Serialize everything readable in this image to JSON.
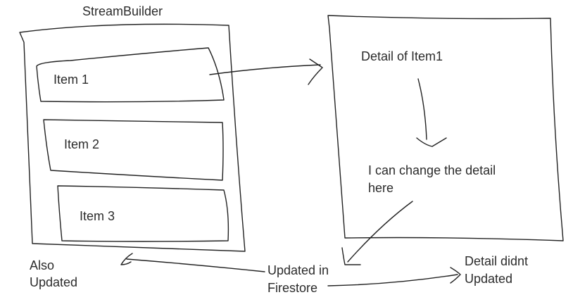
{
  "left_box": {
    "title": "StreamBuilder",
    "items": [
      "Item 1",
      "Item 2",
      "Item 3"
    ],
    "note_line1": "Also",
    "note_line2": "Updated"
  },
  "right_box": {
    "title": "Detail of Item1",
    "edit_line1": "I can change the detail",
    "edit_line2": "here"
  },
  "firestore": {
    "line1": "Updated in",
    "line2": "Firestore"
  },
  "detail_status": {
    "line1": "Detail didnt",
    "line2": "Updated"
  }
}
